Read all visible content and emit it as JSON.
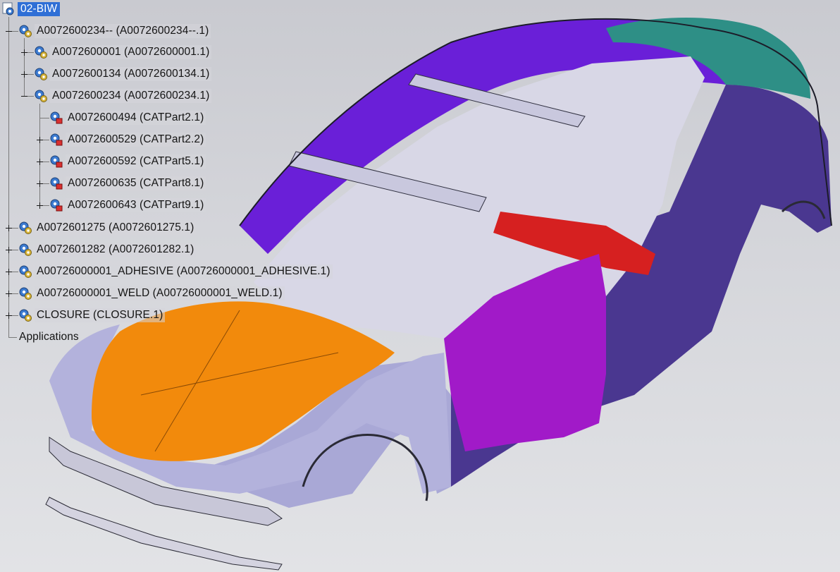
{
  "tree": {
    "root": {
      "label": "02-BIW",
      "icon": "product-icon"
    },
    "level1": [
      {
        "label": "A0072600234-- (A0072600234--.1)",
        "expander": "minus"
      },
      {
        "label": "A0072601275 (A0072601275.1)",
        "expander": "plus"
      },
      {
        "label": "A0072601282 (A0072601282.1)",
        "expander": "plus"
      },
      {
        "label": "A00726000001_ADHESIVE (A00726000001_ADHESIVE.1)",
        "expander": "plus"
      },
      {
        "label": "A00726000001_WELD (A00726000001_WELD.1)",
        "expander": "plus"
      },
      {
        "label": "CLOSURE (CLOSURE.1)",
        "expander": "plus"
      }
    ],
    "level2": [
      {
        "label": "A0072600001 (A0072600001.1)",
        "expander": "plus"
      },
      {
        "label": "A0072600134 (A0072600134.1)",
        "expander": "plus"
      },
      {
        "label": "A0072600234 (A0072600234.1)",
        "expander": "minus"
      }
    ],
    "level3": [
      {
        "label": "A0072600494 (CATPart2.1)",
        "expander": "none"
      },
      {
        "label": "A0072600529 (CATPart2.2)",
        "expander": "plus"
      },
      {
        "label": "A0072600592 (CATPart5.1)",
        "expander": "plus"
      },
      {
        "label": "A0072600635 (CATPart8.1)",
        "expander": "plus"
      },
      {
        "label": "A0072600643 (CATPart9.1)",
        "expander": "plus"
      }
    ],
    "applications": {
      "label": "Applications"
    }
  },
  "colors": {
    "hood": "#f28a0c",
    "door": "#a11ac8",
    "roof_frame": "#6a1fd8",
    "body": "#4a3790",
    "roof_glass": "#2e8f86",
    "floor_red": "#d62020",
    "selection": "#2f6fd6"
  }
}
